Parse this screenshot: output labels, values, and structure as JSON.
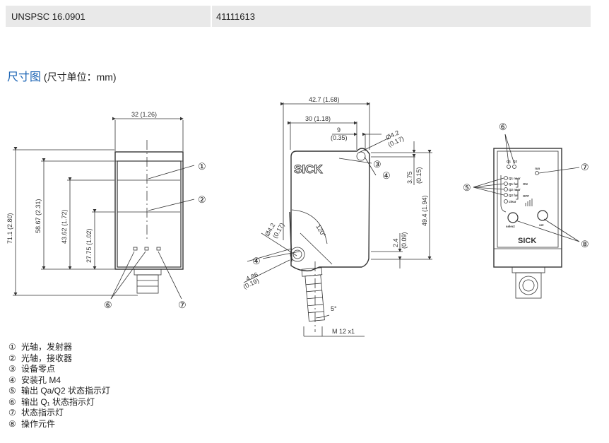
{
  "header": {
    "left_label": "UNSPSC 16.0901",
    "right_value": "41111613"
  },
  "section": {
    "title": "尺寸图",
    "subtitle": "(尺寸单位：mm)"
  },
  "view1": {
    "width_dim": "32 (1.26)",
    "h1": "71.1 (2.80)",
    "h2": "58.67 (2.31)",
    "h3": "43.62 (1.72)",
    "h4": "27.75 (1.02)"
  },
  "view2": {
    "d1": "42.7 (1.68)",
    "d2": "30 (1.18)",
    "d3": "9",
    "d3b": "(0.35)",
    "d4": "Ø4.2",
    "d4b": "(0.17)",
    "d5": "3.75",
    "d5b": "(0.15)",
    "d6": "49.4 (1.94)",
    "d7": "2.4",
    "d7b": "(0.09)",
    "d8": "Ø4.2",
    "d8b": "(0.17)",
    "d9": "4.86",
    "d9b": "(0.19)",
    "angle1": "120°",
    "angle2": "5°",
    "thread": "M 12 x1",
    "brand": "SICK"
  },
  "view3": {
    "q1": "Q1",
    "q2": "Q2",
    "run": "run",
    "r1": "Q1 near",
    "r2": "Q1 far",
    "r3": "Q2 near",
    "r4": "Q2 far",
    "r5": "clear",
    "side1": "ON",
    "side2": "OFF",
    "select": "select",
    "set": "set",
    "brand": "SICK"
  },
  "callouts": [
    "①",
    "②",
    "③",
    "④",
    "⑤",
    "⑥",
    "⑦",
    "⑧"
  ],
  "legend": [
    {
      "num": "①",
      "text": "光轴，发射器"
    },
    {
      "num": "②",
      "text": "光轴，接收器"
    },
    {
      "num": "③",
      "text": "设备零点"
    },
    {
      "num": "④",
      "text": "安装孔 M4"
    },
    {
      "num": "⑤",
      "text": "输出 Qa/Q2 状态指示灯"
    },
    {
      "num": "⑥",
      "text": "输出 Q₁ 状态指示灯"
    },
    {
      "num": "⑦",
      "text": "状态指示灯"
    },
    {
      "num": "⑧",
      "text": "操作元件"
    }
  ]
}
